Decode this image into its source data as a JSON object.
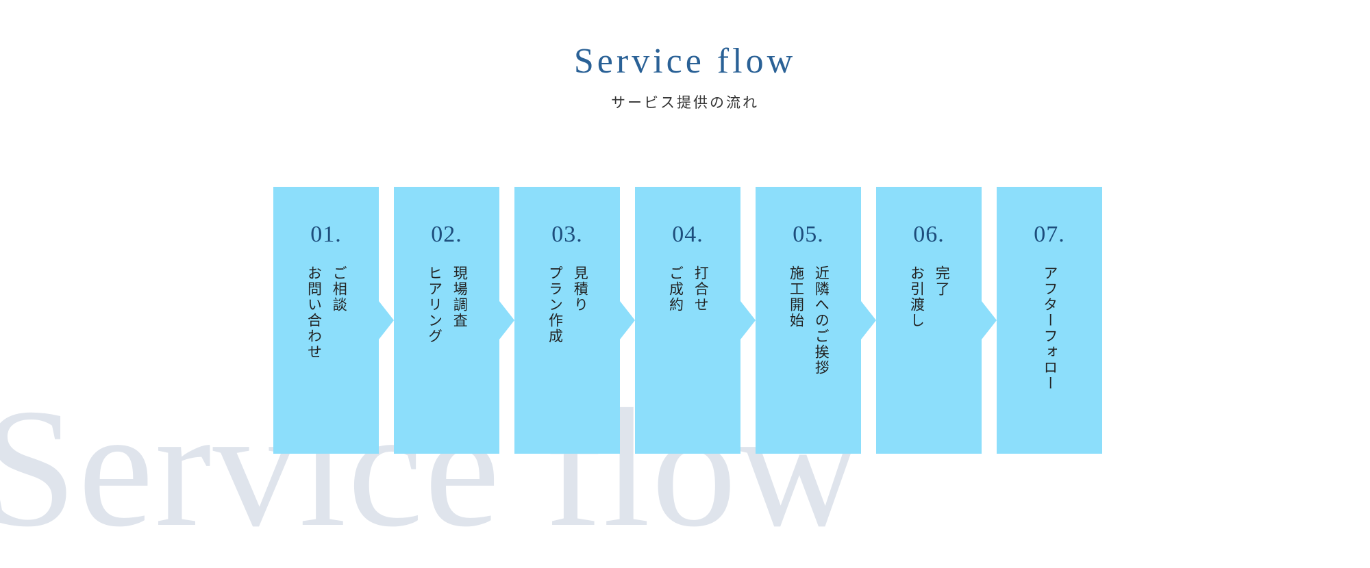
{
  "heading": {
    "title_en": "Service flow",
    "title_ja": "サービス提供の流れ"
  },
  "watermark": {
    "text": "Service flow"
  },
  "colors": {
    "heading_en": "#2a6196",
    "heading_ja": "#333333",
    "step_box": "#8cdefb",
    "step_number": "#1d4d7c",
    "step_label": "#222222",
    "watermark": "#dfe4ec",
    "background": "#ffffff"
  },
  "flow": {
    "steps": [
      {
        "number": "01.",
        "labels": [
          "ご相談",
          "お問い合わせ"
        ]
      },
      {
        "number": "02.",
        "labels": [
          "現場調査",
          "ヒアリング"
        ]
      },
      {
        "number": "03.",
        "labels": [
          "見積り",
          "プラン作成"
        ]
      },
      {
        "number": "04.",
        "labels": [
          "打合せ",
          "ご成約"
        ]
      },
      {
        "number": "05.",
        "labels": [
          "近隣へのご挨拶",
          "施工開始"
        ]
      },
      {
        "number": "06.",
        "labels": [
          "完了",
          "お引渡し"
        ]
      },
      {
        "number": "07.",
        "labels": [
          "アフターフォロー"
        ]
      }
    ]
  }
}
